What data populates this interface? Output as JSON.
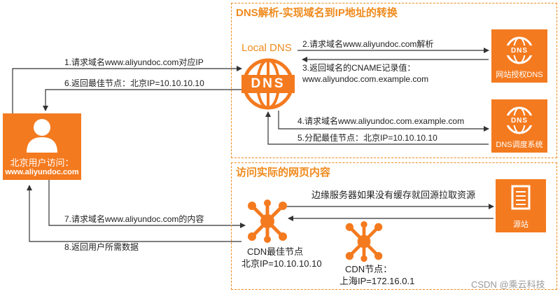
{
  "dns_region": {
    "title": "DNS解析-实现域名到IP地址的转换"
  },
  "visit_region": {
    "title": "访问实际的网页内容"
  },
  "local_dns": {
    "label": "Local DNS",
    "badge": "DNS"
  },
  "auth_dns": {
    "label": "网站授权DNS",
    "badge": "DNS"
  },
  "sched_dns": {
    "label": "DNS调度系统",
    "badge": "DNS"
  },
  "user": {
    "line1": "北京用户访问：",
    "line2": "www.aliyundoc.com"
  },
  "origin": {
    "label": "源站"
  },
  "cdn_best": {
    "line1": "CDN最佳节点",
    "line2": "北京IP=10.10.10.10"
  },
  "cdn_node": {
    "line1": "CDN节点：",
    "line2": "上海IP=172.16.0.1"
  },
  "steps": {
    "s1": "1.请求域名www.aliyundoc.com对应IP",
    "s2": "2.请求域名www.aliyundoc.com解析",
    "s3a": "3.返回域名的CNAME记录值：",
    "s3b": "www.aliyundoc.com.example.com",
    "s4": "4.请求域名www.aliyundoc.com.example.com",
    "s5": "5.分配最佳节点：北京IP=10.10.10.10",
    "s6": "6.返回最佳节点：北京IP=10.10.10.10",
    "s7": "7.请求域名www.aliyundoc.com的内容",
    "s8": "8.返回用户所需数据",
    "edge_note": "边缘服务器如果没有缓存就回源拉取资源"
  },
  "watermark": "CSDN @乘云科技",
  "colors": {
    "accent": "#f47a1f",
    "line": "#333333"
  }
}
